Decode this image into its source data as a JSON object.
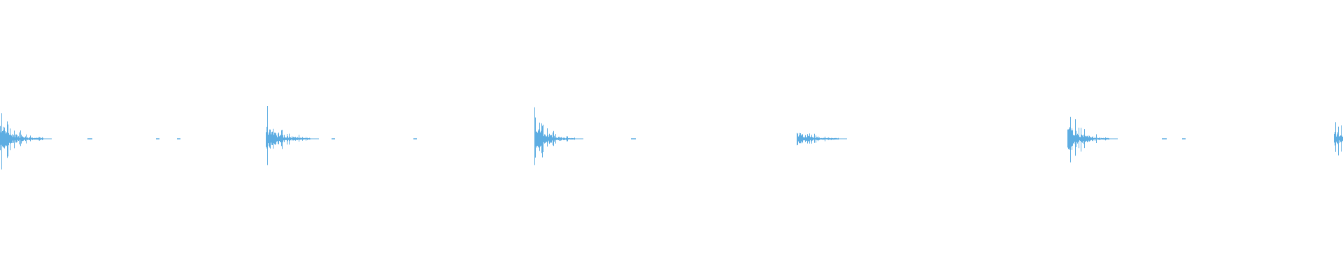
{
  "waveform": {
    "color": "#5dade2",
    "background": "#ffffff",
    "events": [
      {
        "t": 0.0,
        "kind": "burst",
        "amplitude": 0.85
      },
      {
        "t": 0.065,
        "kind": "blip",
        "amplitude": 0.02
      },
      {
        "t": 0.116,
        "kind": "blip",
        "amplitude": 0.01
      },
      {
        "t": 0.132,
        "kind": "blip",
        "amplitude": 0.01
      },
      {
        "t": 0.198,
        "kind": "burst",
        "amplitude": 0.88
      },
      {
        "t": 0.247,
        "kind": "blip",
        "amplitude": 0.01
      },
      {
        "t": 0.308,
        "kind": "blip",
        "amplitude": 0.01
      },
      {
        "t": 0.398,
        "kind": "burst",
        "amplitude": 0.82
      },
      {
        "t": 0.47,
        "kind": "blip",
        "amplitude": 0.02
      },
      {
        "t": 0.593,
        "kind": "burst",
        "amplitude": 0.45
      },
      {
        "t": 0.795,
        "kind": "burst",
        "amplitude": 0.93
      },
      {
        "t": 0.865,
        "kind": "blip",
        "amplitude": 0.02
      },
      {
        "t": 0.88,
        "kind": "blip",
        "amplitude": 0.01
      },
      {
        "t": 0.993,
        "kind": "burst",
        "amplitude": 0.55
      }
    ]
  }
}
